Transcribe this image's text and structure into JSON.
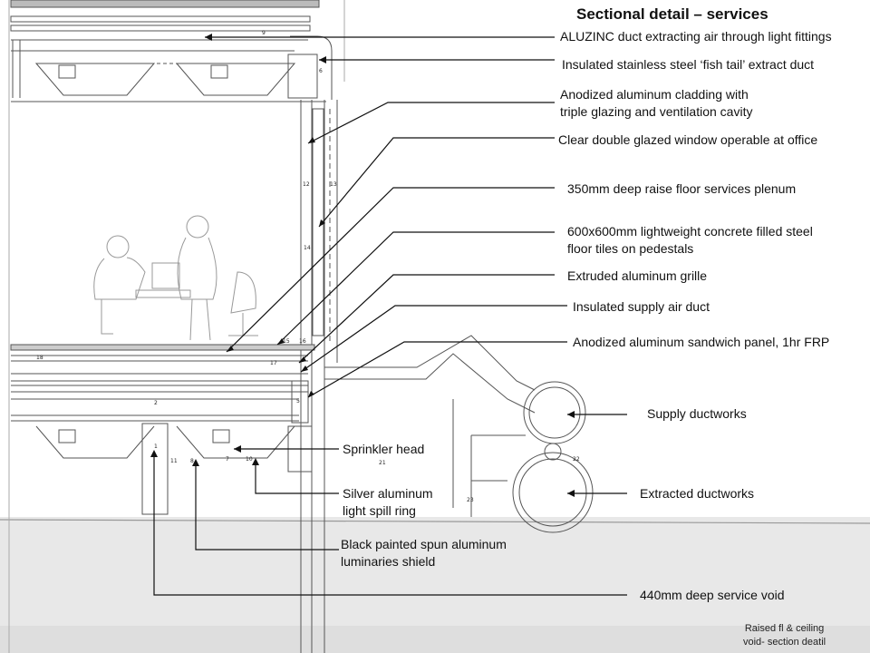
{
  "title": "Sectional detail – services",
  "caption": {
    "line1": "Raised fl & ceiling",
    "line2": "void- section deatil"
  },
  "callouts": [
    {
      "key": "aluzinc",
      "text": "ALUZINC duct extracting air through light fittings"
    },
    {
      "key": "fishtail",
      "text": "Insulated stainless steel ‘fish tail’ extract duct"
    },
    {
      "key": "cladding",
      "line1": "Anodized aluminum cladding with",
      "line2": "triple glazing and ventilation cavity"
    },
    {
      "key": "window",
      "text": "Clear double glazed window operable at office"
    },
    {
      "key": "plenum",
      "text": "350mm deep raise floor services plenum"
    },
    {
      "key": "tiles",
      "line1": "600x600mm lightweight concrete filled steel",
      "line2": "floor tiles on pedestals"
    },
    {
      "key": "grille",
      "text": "Extruded aluminum grille"
    },
    {
      "key": "supplyduct",
      "text": "Insulated supply air duct"
    },
    {
      "key": "sandwich",
      "text": "Anodized aluminum sandwich panel, 1hr FRP"
    },
    {
      "key": "supplyworks",
      "text": "Supply ductworks"
    },
    {
      "key": "sprinkler",
      "text": "Sprinkler head"
    },
    {
      "key": "extractworks",
      "text": "Extracted ductworks"
    },
    {
      "key": "spillring",
      "line1": "Silver aluminum",
      "line2": "light spill ring"
    },
    {
      "key": "shield",
      "line1": "Black painted spun aluminum",
      "line2": "luminaries shield"
    },
    {
      "key": "void",
      "text": "440mm deep service void"
    }
  ],
  "drawing_numbers": [
    "1",
    "2",
    "5",
    "6",
    "7",
    "8",
    "9",
    "10",
    "11",
    "12",
    "13",
    "14",
    "15",
    "16",
    "17",
    "18",
    "21",
    "22",
    "23"
  ],
  "colors": {
    "line": "#111111",
    "sketch": "#777777",
    "paper_shadow": "#e6e6e6"
  }
}
